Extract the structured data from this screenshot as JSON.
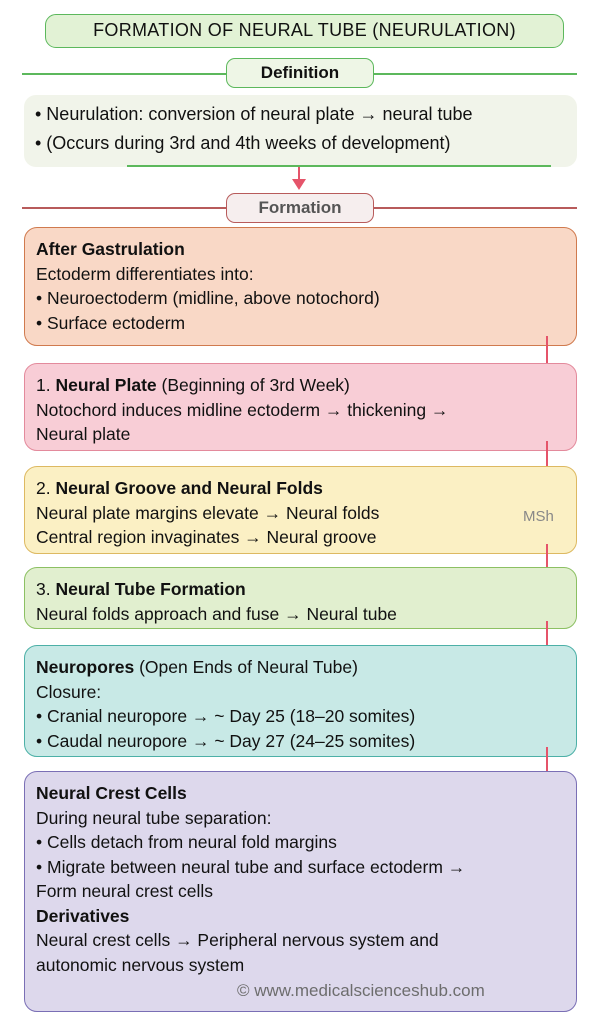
{
  "title": "FORMATION OF NEURAL TUBE (NEURULATION)",
  "sections": {
    "definition": "Definition",
    "formation": "Formation"
  },
  "definition_items": [
    "• Neurulation: conversion of neural plate → neural tube",
    "• (Occurs during 3rd and 4th weeks of development)"
  ],
  "steps": {
    "gastrulation": {
      "heading": "After Gastrulation",
      "lines": [
        "Ectoderm differentiates into:",
        "• Neuroectoderm (midline, above notochord)",
        "• Surface ectoderm"
      ]
    },
    "plate": {
      "number": "1. ",
      "heading": "Neural Plate",
      "suffix": " (Beginning of 3rd Week)",
      "lines": [
        "Notochord induces midline ectoderm → thickening →",
        "Neural plate"
      ]
    },
    "groove": {
      "number": "2. ",
      "heading": "Neural Groove and Neural Folds",
      "lines": [
        "Neural plate margins elevate → Neural folds",
        "Central region invaginates → Neural groove"
      ]
    },
    "tube": {
      "number": "3. ",
      "heading": "Neural Tube Formation",
      "lines": [
        "Neural folds approach and fuse → Neural tube"
      ]
    },
    "neuropores": {
      "heading": "Neuropores",
      "suffix": " (Open Ends of Neural Tube)",
      "lines": [
        "Closure:",
        "• Cranial neuropore → ~ Day 25 (18–20 somites)",
        "• Caudal neuropore → ~ Day 27 (24–25 somites)"
      ]
    },
    "crest": {
      "heading": "Neural Crest Cells",
      "lines": [
        "During neural tube separation:",
        "• Cells detach from neural fold margins",
        "• Migrate between neural tube and surface ectoderm →",
        "Form neural crest cells"
      ],
      "subheading": "Derivatives",
      "sublines": [
        "Neural crest cells → Peripheral nervous system and",
        "autonomic nervous system"
      ]
    }
  },
  "watermark": "MSh",
  "copyright": "© www.medicalscienceshub.com",
  "colors": {
    "green_border": "#5cb85c",
    "red_line": "#b85b5b",
    "arrow": "#e5546a",
    "gastrulation_fill": "#f9d8c6",
    "plate_fill": "#f8cdd6",
    "groove_fill": "#fbf0c4",
    "tube_fill": "#e1efcf",
    "neuropores_fill": "#c8e9e6",
    "crest_fill": "#ddd8ec"
  }
}
